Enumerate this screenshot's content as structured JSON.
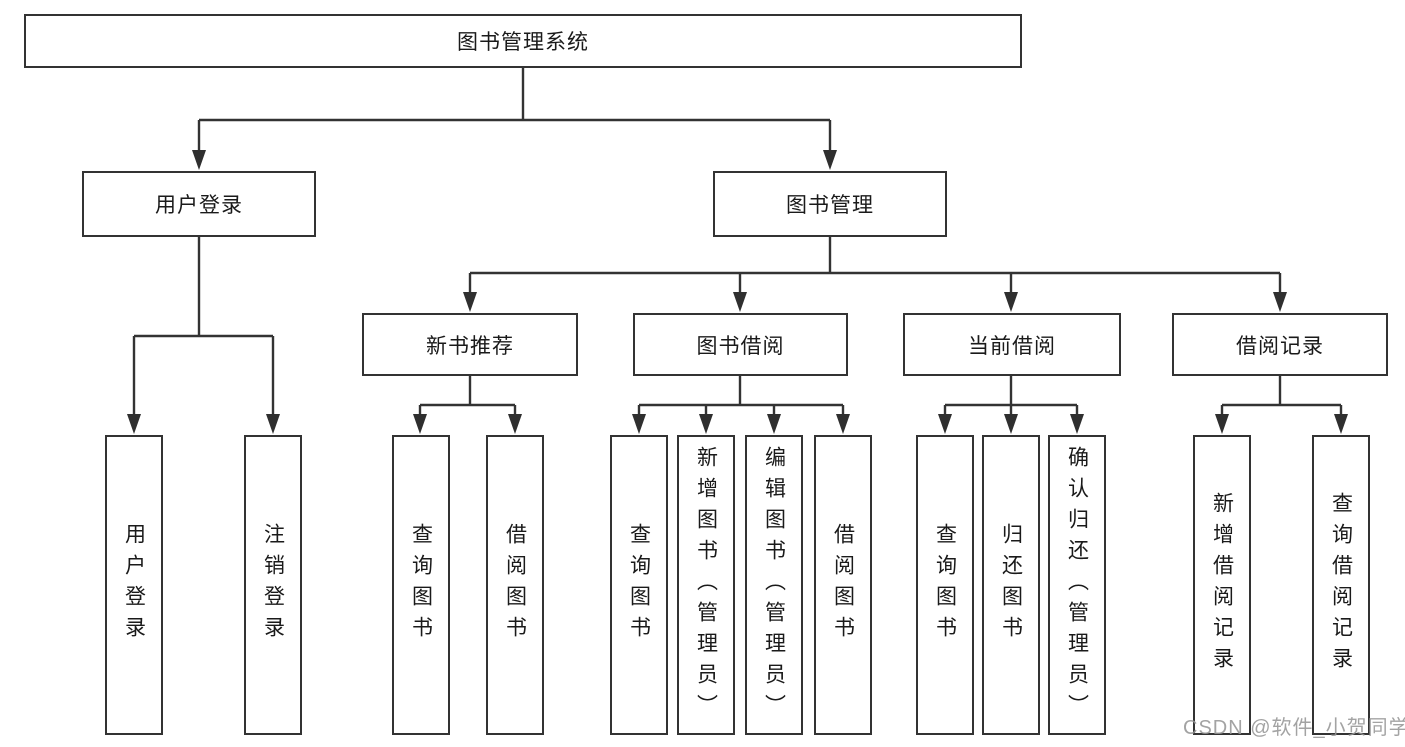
{
  "tree": {
    "root": {
      "label": "图书管理系统",
      "children": [
        {
          "label": "用户登录",
          "children": [
            {
              "label": "用户登录"
            },
            {
              "label": "注销登录"
            }
          ]
        },
        {
          "label": "图书管理",
          "children": [
            {
              "label": "新书推荐",
              "children": [
                {
                  "label": "查询图书"
                },
                {
                  "label": "借阅图书"
                }
              ]
            },
            {
              "label": "图书借阅",
              "children": [
                {
                  "label": "查询图书"
                },
                {
                  "label": "新增图书（管理员）"
                },
                {
                  "label": "编辑图书（管理员）"
                },
                {
                  "label": "借阅图书"
                }
              ]
            },
            {
              "label": "当前借阅",
              "children": [
                {
                  "label": "查询图书"
                },
                {
                  "label": "归还图书"
                },
                {
                  "label": "确认归还（管理员）"
                }
              ]
            },
            {
              "label": "借阅记录",
              "children": [
                {
                  "label": "新增借阅记录"
                },
                {
                  "label": "查询借阅记录"
                }
              ]
            }
          ]
        }
      ]
    }
  },
  "watermark": "CSDN @软件_小贺同学",
  "colors": {
    "line": "#333333",
    "arrow": "#2f2f2f",
    "box_border": "#333333",
    "text": "#1a1a1a",
    "watermark": "#969696"
  }
}
